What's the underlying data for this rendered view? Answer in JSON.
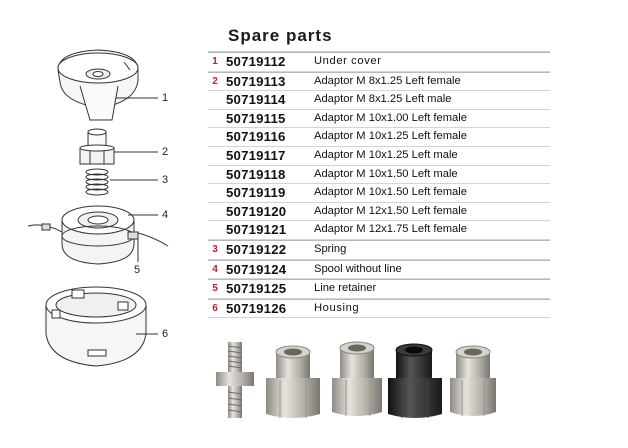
{
  "title": "Spare parts",
  "callouts": [
    "1",
    "2",
    "3",
    "4",
    "5",
    "6"
  ],
  "parts": [
    {
      "num": "1",
      "code": "50719112",
      "desc": "Under  cover"
    },
    {
      "num": "2",
      "code": "50719113",
      "desc": "Adaptor M 8x1.25 Left female"
    },
    {
      "num": "",
      "code": "50719114",
      "desc": "Adaptor M 8x1.25 Left male"
    },
    {
      "num": "",
      "code": "50719115",
      "desc": "Adaptor M 10x1.00 Left female"
    },
    {
      "num": "",
      "code": "50719116",
      "desc": "Adaptor M 10x1.25 Left female"
    },
    {
      "num": "",
      "code": "50719117",
      "desc": "Adaptor M 10x1.25 Left male"
    },
    {
      "num": "",
      "code": "50719118",
      "desc": "Adaptor M 10x1.50 Left male"
    },
    {
      "num": "",
      "code": "50719119",
      "desc": "Adaptor M 10x1.50 Left female"
    },
    {
      "num": "",
      "code": "50719120",
      "desc": "Adaptor M 12x1.50 Left female"
    },
    {
      "num": "",
      "code": "50719121",
      "desc": "Adaptor M 12x1.75 Left female"
    },
    {
      "num": "3",
      "code": "50719122",
      "desc": "Spring"
    },
    {
      "num": "4",
      "code": "50719124",
      "desc": "Spool without line"
    },
    {
      "num": "5",
      "code": "50719125",
      "desc": "Line retainer"
    },
    {
      "num": "6",
      "code": "50719126",
      "desc": "Housing"
    }
  ],
  "colors": {
    "number": "#c0202a",
    "metal": "#b9b6ae",
    "dark_metal": "#2a2a2a"
  }
}
